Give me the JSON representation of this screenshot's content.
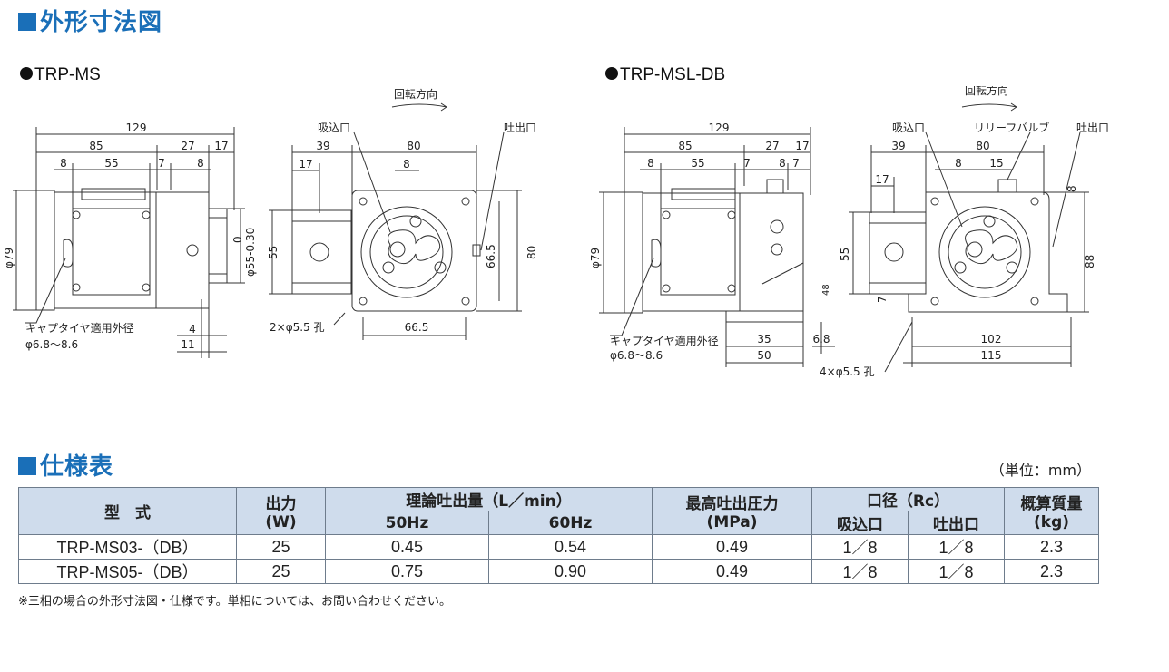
{
  "section_dims": {
    "title": "外形寸法図"
  },
  "models": {
    "left": "TRP-MS",
    "right": "TRP-MSL-DB"
  },
  "left_dims": {
    "rotation": "回転方向",
    "suction": "吸込口",
    "discharge": "吐出口",
    "d129": "129",
    "d85": "85",
    "d27": "27",
    "d17a": "17",
    "d8a": "8",
    "d55": "55",
    "d7": "7",
    "d8b": "8",
    "d39": "39",
    "d80": "80",
    "d17b": "17",
    "d8c": "8",
    "phi79": "φ79",
    "phi55": "φ55-0.30",
    "zero": "0",
    "h55": "55",
    "h665": "66.5",
    "h80": "80",
    "holes": "2×φ5.5 孔",
    "w665": "66.5",
    "tire": "キャプタイヤ適用外径",
    "tire_range": "φ6.8～8.6",
    "d4": "4",
    "d11": "11"
  },
  "right_dims": {
    "rotation": "回転方向",
    "suction": "吸込口",
    "relief": "リリーフバルブ",
    "discharge": "吐出口",
    "d129": "129",
    "d85": "85",
    "d27": "27",
    "d17a": "17",
    "d8a": "8",
    "d55": "55",
    "d7a": "7",
    "d8b": "8",
    "d7b": "7",
    "d39": "39",
    "d80": "80",
    "d8c": "8",
    "d15": "15",
    "d17b": "17",
    "d8d": "8",
    "phi79": "φ79",
    "h55": "55",
    "h48": "48",
    "h7": "7",
    "h88": "88",
    "tire": "キャプタイヤ適用外径",
    "tire_range": "φ6.8～8.6",
    "d35": "35",
    "d68": "6.8",
    "d50": "50",
    "d102": "102",
    "d115": "115",
    "holes": "4×φ5.5 孔"
  },
  "section_spec": {
    "title": "仕様表",
    "unit": "（単位：mm）"
  },
  "table": {
    "headers": {
      "model": "型　式",
      "output": "出力",
      "output_unit": "(W)",
      "flow": "理論吐出量（L／min）",
      "hz50": "50Hz",
      "hz60": "60Hz",
      "pressure": "最高吐出圧力",
      "pressure_unit": "(MPa)",
      "port": "口径（Rc）",
      "port_in": "吸込口",
      "port_out": "吐出口",
      "mass": "概算質量",
      "mass_unit": "(kg)"
    },
    "rows": [
      {
        "model": "TRP-MS03-（DB）",
        "output": "25",
        "f50": "0.45",
        "f60": "0.54",
        "pressure": "0.49",
        "in": "1／8",
        "out": "1／8",
        "mass": "2.3"
      },
      {
        "model": "TRP-MS05-（DB）",
        "output": "25",
        "f50": "0.75",
        "f60": "0.90",
        "pressure": "0.49",
        "in": "1／8",
        "out": "1／8",
        "mass": "2.3"
      }
    ]
  },
  "note": "※三相の場合の外形寸法図・仕様です。単相については、お問い合わせください。"
}
